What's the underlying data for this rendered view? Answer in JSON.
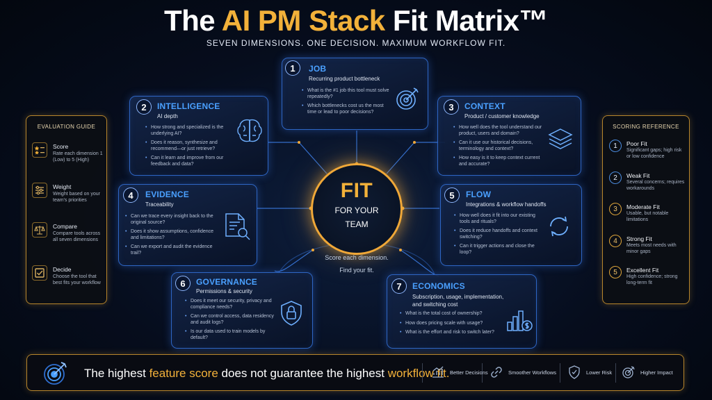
{
  "header": {
    "title_pre": "The",
    "title_highlight": "AI PM Stack",
    "title_post": "Fit Matrix™",
    "subtitle": "SEVEN DIMENSIONS. ONE DECISION. MAXIMUM WORKFLOW FIT."
  },
  "colors": {
    "accent_gold": "#f2b13a",
    "accent_blue": "#4aa0ff",
    "background": "#060d1d"
  },
  "evaluation_guide": {
    "title": "EVALUATION GUIDE",
    "items": [
      {
        "label": "Score",
        "desc": "Rate each dimension 1 (Low) to 5 (High)",
        "icon": "star-list-icon"
      },
      {
        "label": "Weight",
        "desc": "Weight based on your team's priorities",
        "icon": "sliders-icon"
      },
      {
        "label": "Compare",
        "desc": "Compare tools across all seven dimensions",
        "icon": "scales-icon"
      },
      {
        "label": "Decide",
        "desc": "Choose the tool that best fits your workflow",
        "icon": "checkbox-icon"
      }
    ]
  },
  "scoring_reference": {
    "title": "SCORING REFERENCE",
    "items": [
      {
        "num": "1",
        "label": "Poor Fit",
        "desc": "Significant gaps; high risk or low confidence"
      },
      {
        "num": "2",
        "label": "Weak Fit",
        "desc": "Several concerns; requires workarounds"
      },
      {
        "num": "3",
        "label": "Moderate Fit",
        "desc": "Usable, but notable limitations"
      },
      {
        "num": "4",
        "label": "Strong Fit",
        "desc": "Meets most needs with minor gaps"
      },
      {
        "num": "5",
        "label": "Excellent Fit",
        "desc": "High confidence; strong long-term fit"
      }
    ]
  },
  "dimensions": [
    {
      "num": "1",
      "title": "JOB",
      "subtitle": "Recurring product bottleneck",
      "icon": "target-icon",
      "questions": [
        "What is the #1 job this tool must solve repeatedly?",
        "Which bottlenecks cost us the most time or lead to poor decisions?"
      ]
    },
    {
      "num": "2",
      "title": "INTELLIGENCE",
      "subtitle": "AI depth",
      "icon": "brain-icon",
      "questions": [
        "How strong and specialized is the underlying AI?",
        "Does it reason, synthesize and recommend—or just retrieve?",
        "Can it learn and improve from our feedback and data?"
      ]
    },
    {
      "num": "3",
      "title": "CONTEXT",
      "subtitle": "Product / customer knowledge",
      "icon": "layers-icon",
      "questions": [
        "How well does the tool understand our product, users and domain?",
        "Can it use our historical decisions, terminology and context?",
        "How easy is it to keep context current and accurate?"
      ]
    },
    {
      "num": "4",
      "title": "EVIDENCE",
      "subtitle": "Traceability",
      "icon": "document-search-icon",
      "questions": [
        "Can we trace every insight back to the original source?",
        "Does it show assumptions, confidence and limitations?",
        "Can we export and audit the evidence trail?"
      ]
    },
    {
      "num": "5",
      "title": "FLOW",
      "subtitle": "Integrations & workflow handoffs",
      "icon": "sync-icon",
      "questions": [
        "How well does it fit into our existing tools and rituals?",
        "Does it reduce handoffs and context switching?",
        "Can it trigger actions and close the loop?"
      ]
    },
    {
      "num": "6",
      "title": "GOVERNANCE",
      "subtitle": "Permissions & security",
      "icon": "shield-lock-icon",
      "questions": [
        "Does it meet our security, privacy and compliance needs?",
        "Can we control access, data residency and audit logs?",
        "Is our data used to train models by default?"
      ]
    },
    {
      "num": "7",
      "title": "ECONOMICS",
      "subtitle": "Subscription, usage, implementation, and switching cost",
      "icon": "cost-chart-icon",
      "questions": [
        "What is the total cost of ownership?",
        "How does pricing scale with usage?",
        "What is the effort and risk to switch later?"
      ]
    }
  ],
  "center": {
    "fit": "FIT",
    "line1": "FOR YOUR",
    "line2": "TEAM",
    "caption1": "Score each dimension.",
    "caption2": "Find your fit."
  },
  "footer": {
    "quote_pre": "The highest",
    "quote_hl1": "feature score",
    "quote_mid": "does not guarantee the highest",
    "quote_hl2": "workflow fit.",
    "benefits": [
      {
        "label": "Better Decisions",
        "icon": "trend-chart-icon"
      },
      {
        "label": "Smoother Workflows",
        "icon": "link-icon"
      },
      {
        "label": "Lower Risk",
        "icon": "shield-check-icon"
      },
      {
        "label": "Higher Impact",
        "icon": "target-arrow-icon"
      }
    ]
  }
}
